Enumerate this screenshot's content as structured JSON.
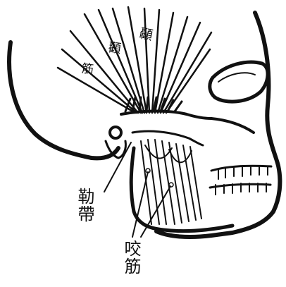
{
  "labels": {
    "temporal": "顳",
    "cheek": "顴",
    "tendon": "筋",
    "lejai": "勒帶",
    "yaojin": "咬筋"
  },
  "colors": {
    "ink": "#111111",
    "paper": "#ffffff"
  }
}
